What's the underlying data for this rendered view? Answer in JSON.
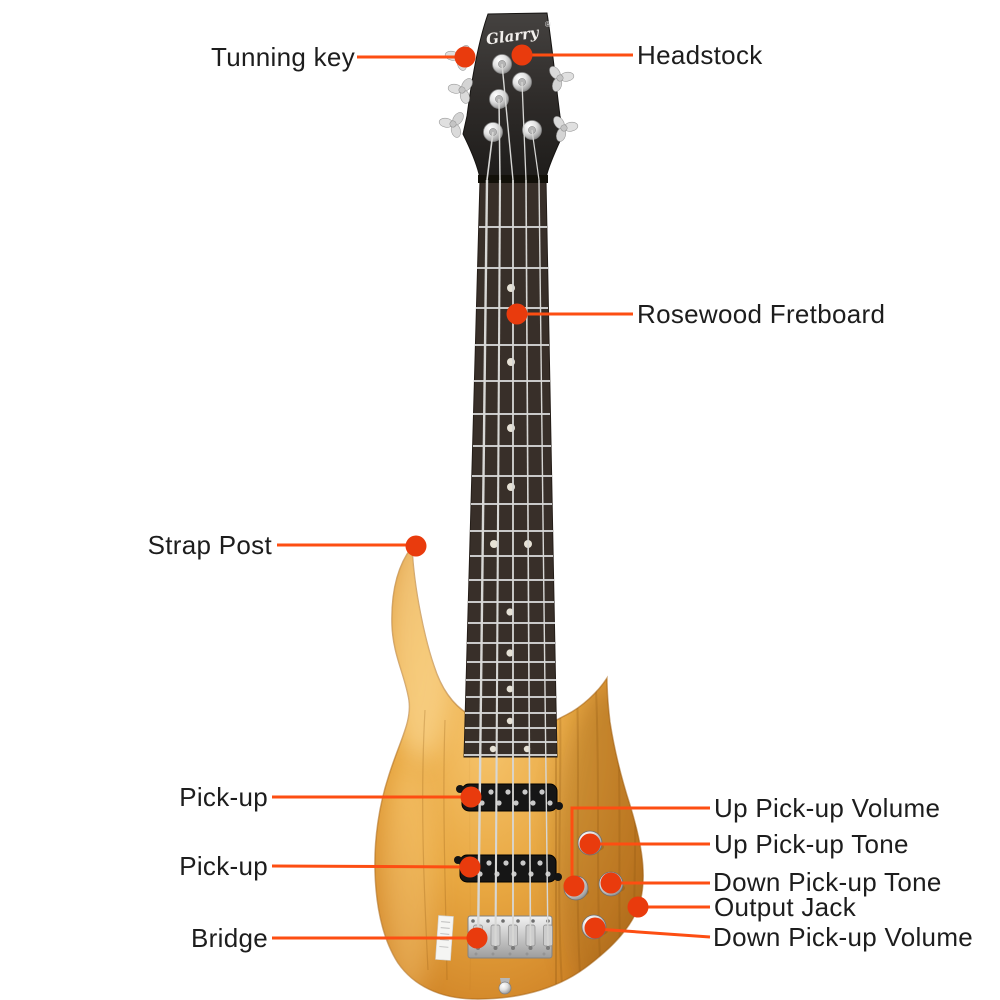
{
  "diagram": {
    "subject": "5-string electric bass guitar parts diagram"
  },
  "logo": {
    "text": "Glarry",
    "mark": "®"
  },
  "callouts": {
    "tunning_key": {
      "label": "Tunning key",
      "side": "left"
    },
    "headstock": {
      "label": "Headstock",
      "side": "right"
    },
    "rosewood_fretboard": {
      "label": "Rosewood Fretboard",
      "side": "right"
    },
    "strap_post": {
      "label": "Strap Post",
      "side": "left"
    },
    "pickup_up": {
      "label": "Pick-up",
      "side": "left"
    },
    "pickup_down": {
      "label": "Pick-up",
      "side": "left"
    },
    "bridge": {
      "label": "Bridge",
      "side": "left"
    },
    "up_pickup_volume": {
      "label": "Up Pick-up Volume",
      "side": "right"
    },
    "up_pickup_tone": {
      "label": "Up Pick-up Tone",
      "side": "right"
    },
    "down_pickup_tone": {
      "label": "Down Pick-up Tone",
      "side": "right"
    },
    "output_jack": {
      "label": "Output Jack",
      "side": "right"
    },
    "down_pickup_volume": {
      "label": "Down Pick-up Volume",
      "side": "right"
    }
  },
  "colors": {
    "callout_line": "#fd4e12",
    "callout_dot": "#e93b0d",
    "label_text": "#1d1d1d",
    "body_wood": "#e09a38",
    "body_wood_light": "#f4c268",
    "body_wood_dark": "#b06f1d",
    "headstock_face": "#34312f",
    "fretboard": "#382f29",
    "pickup_black": "#161616",
    "hardware_chrome": "#d8d8d8",
    "logo_text_color": "#f2efec"
  }
}
